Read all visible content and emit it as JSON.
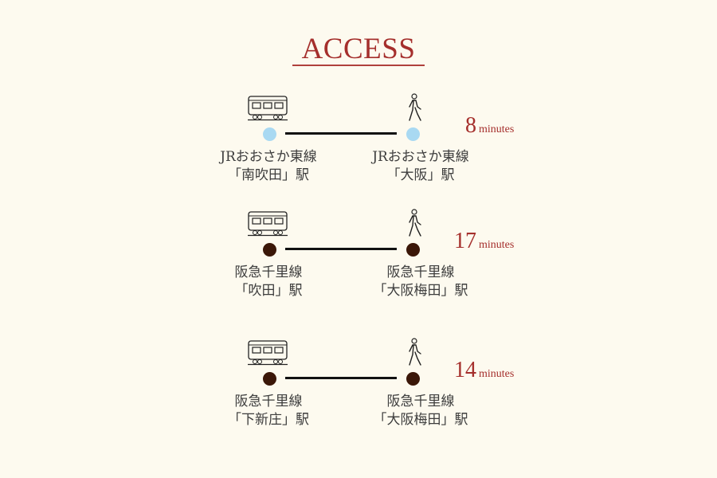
{
  "title": "ACCESS",
  "colors": {
    "accent": "#a52f2c",
    "jr_dot": "#a9d9f2",
    "hankyu_dot": "#3b1708",
    "background": "#fdfaef"
  },
  "routes": [
    {
      "from_line": "JRおおさか東線",
      "from_station": "「南吹田」駅",
      "to_line": "JRおおさか東線",
      "to_station": "「大阪」駅",
      "minutes": "8",
      "unit": "minutes",
      "dot_color": "#a9d9f2"
    },
    {
      "from_line": "阪急千里線",
      "from_station": "「吹田」駅",
      "to_line": "阪急千里線",
      "to_station": "「大阪梅田」駅",
      "minutes": "17",
      "unit": "minutes",
      "dot_color": "#3b1708"
    },
    {
      "from_line": "阪急千里線",
      "from_station": "「下新庄」駅",
      "to_line": "阪急千里線",
      "to_station": "「大阪梅田」駅",
      "minutes": "14",
      "unit": "minutes",
      "dot_color": "#3b1708"
    }
  ]
}
